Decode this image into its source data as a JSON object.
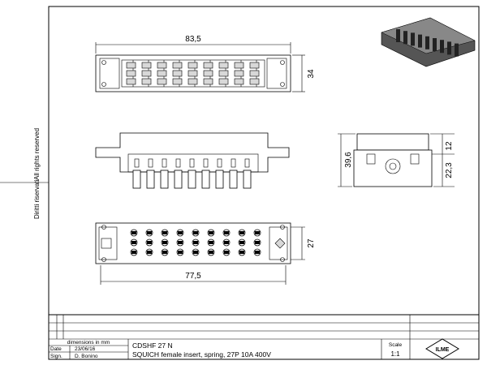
{
  "side_text": {
    "left": "Diritti riservati",
    "right": "All rights reserved"
  },
  "dimensions": {
    "top_width": "83,5",
    "top_height": "34",
    "side_height": "39,6",
    "side_small": "12",
    "side_lower": "22,3",
    "bottom_width": "77,5",
    "bottom_height": "27"
  },
  "title_block": {
    "units_label": "dimensions in mm",
    "date_label": "Date",
    "date_value": "23/06/16",
    "sign_label": "Sign.",
    "sign_value": "D. Bonino",
    "code": "CDSHF 27 N",
    "description": "SQUICH female insert, spring, 27P 10A 400V",
    "scale_label": "Scale",
    "scale_value": "1:1",
    "logo_text": "ILME"
  }
}
